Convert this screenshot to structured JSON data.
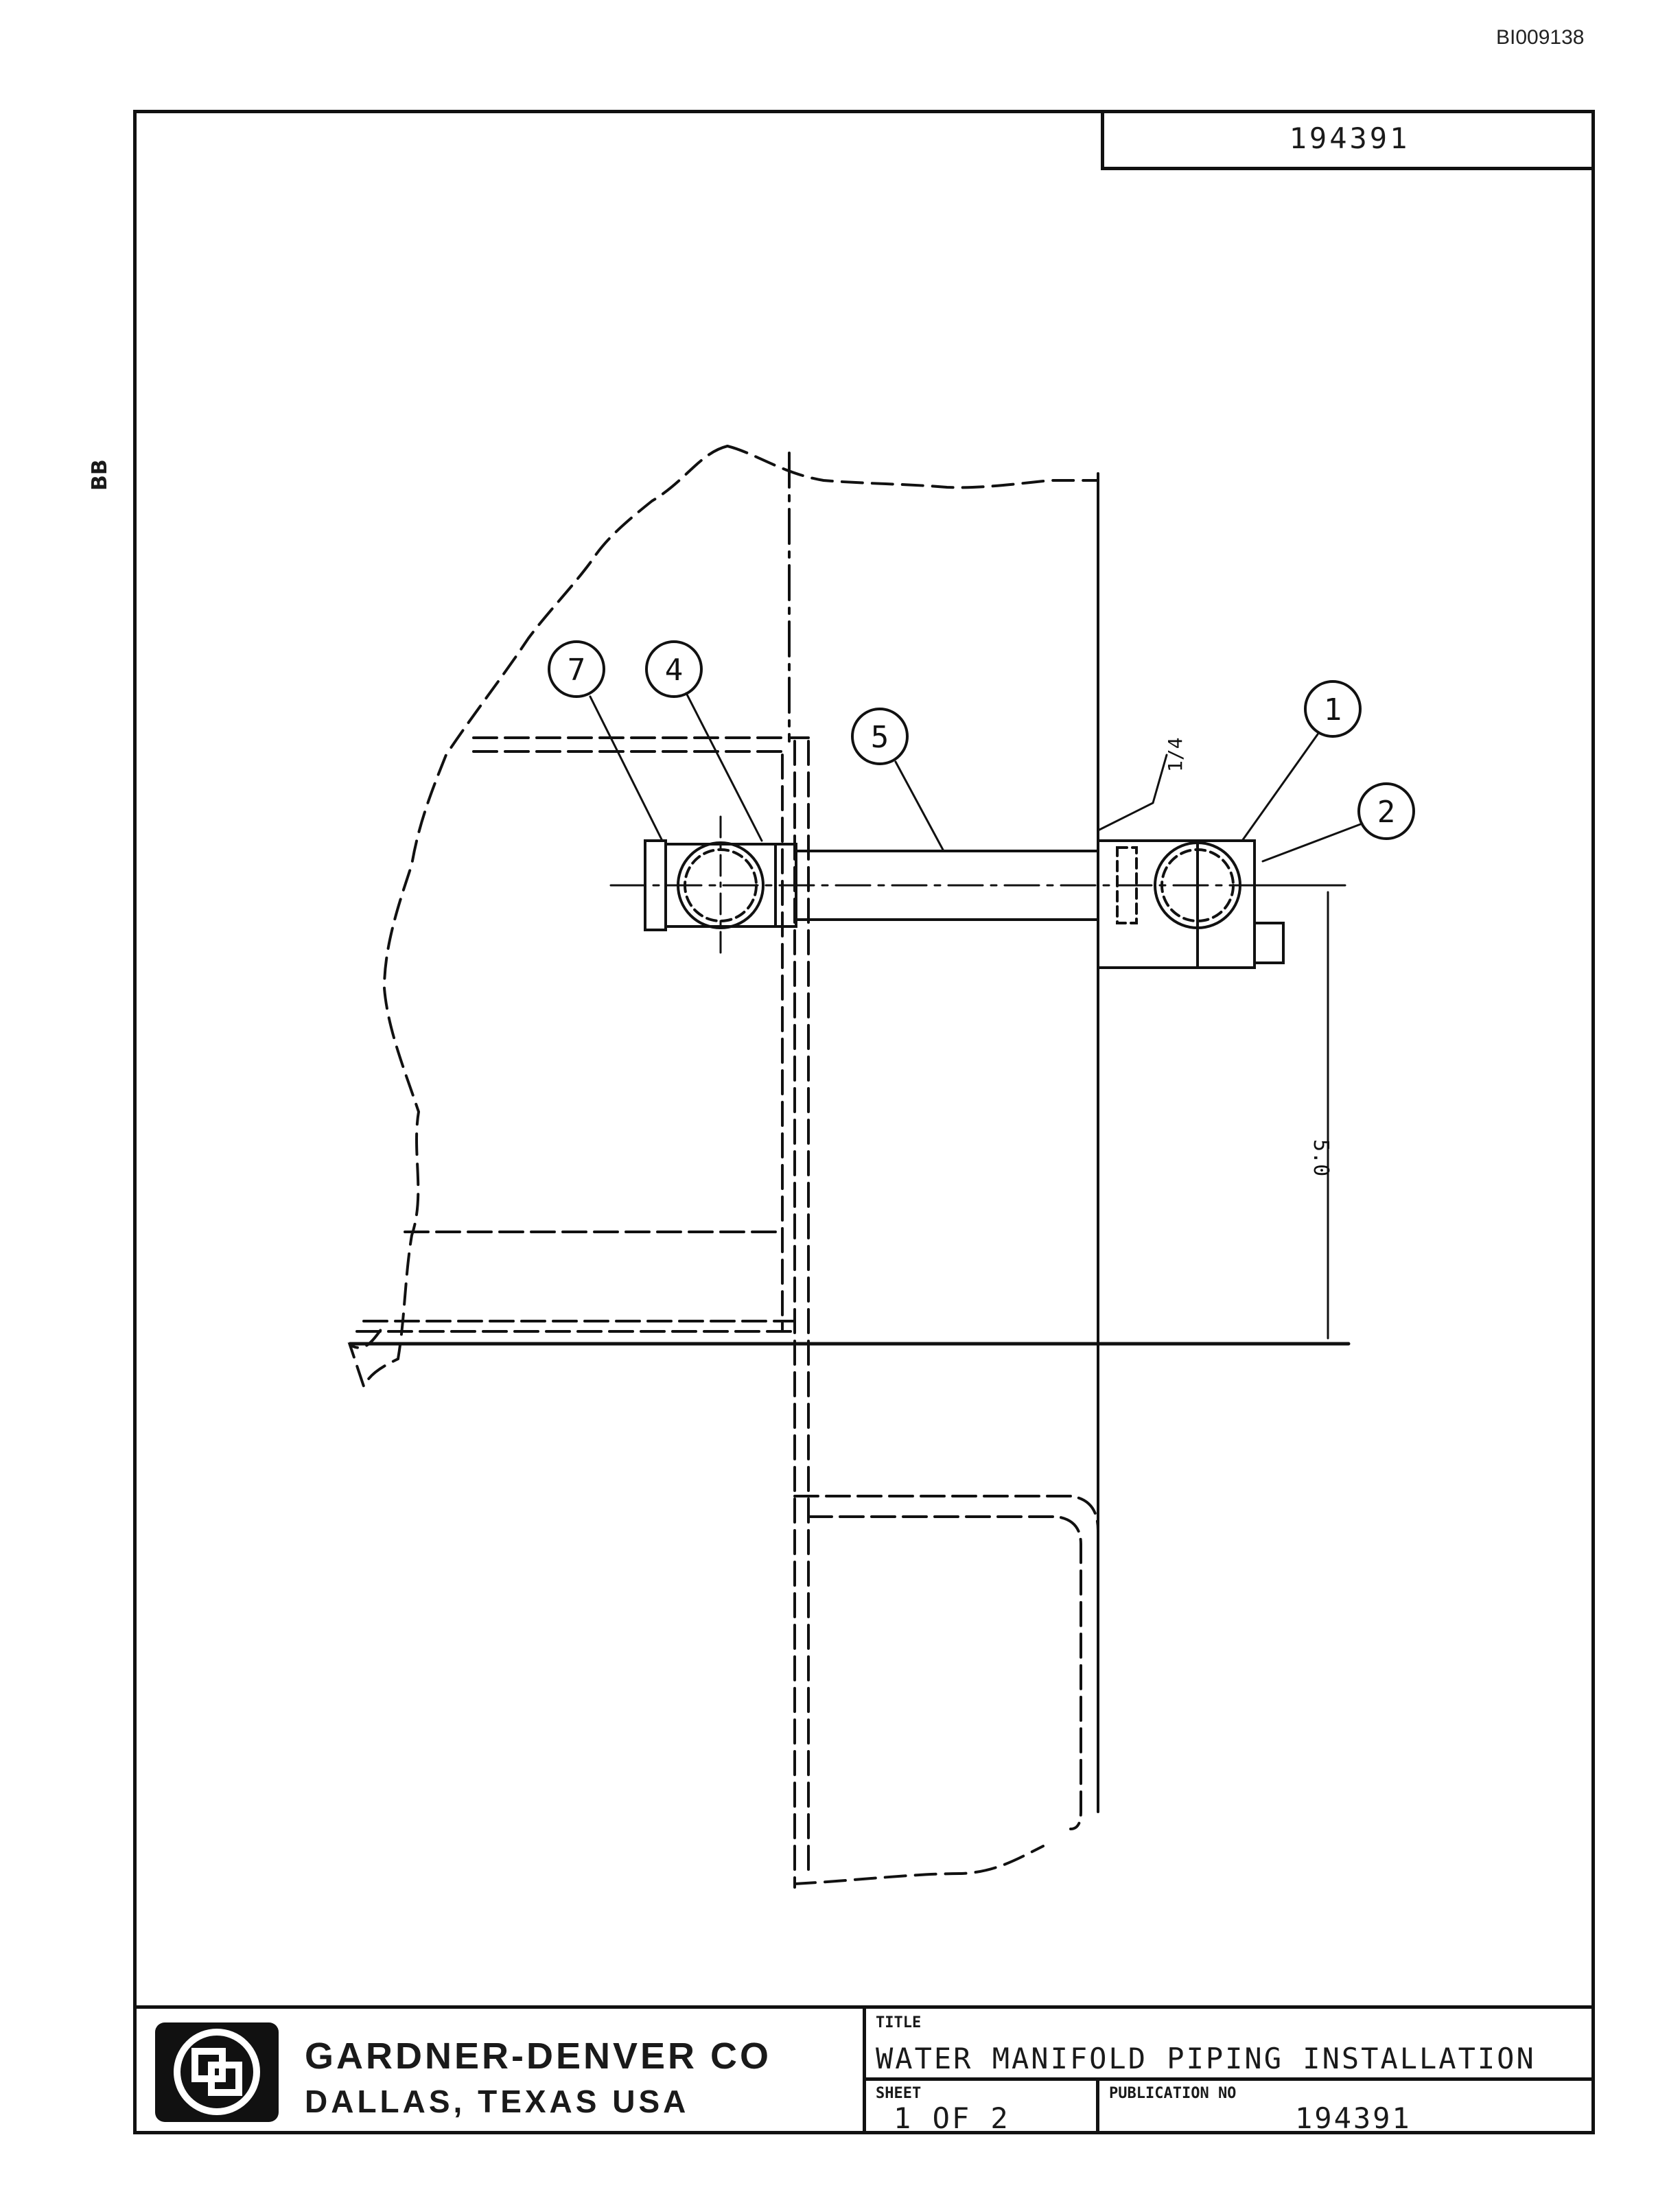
{
  "document": {
    "doc_id": "BI009138",
    "drawing_number": "194391",
    "side_mark": "BB"
  },
  "callouts": [
    "7",
    "4",
    "5",
    "1",
    "2"
  ],
  "annotations": {
    "dimension": "5.0",
    "weld_size": "1/4"
  },
  "title_block": {
    "company_name": "GARDNER-DENVER CO",
    "company_location": "DALLAS, TEXAS USA",
    "title_label": "TITLE",
    "title": "WATER MANIFOLD PIPING INSTALLATION",
    "sheet_label": "SHEET",
    "sheet": "1 OF 2",
    "publication_label": "PUBLICATION  NO",
    "publication_no": "194391"
  }
}
